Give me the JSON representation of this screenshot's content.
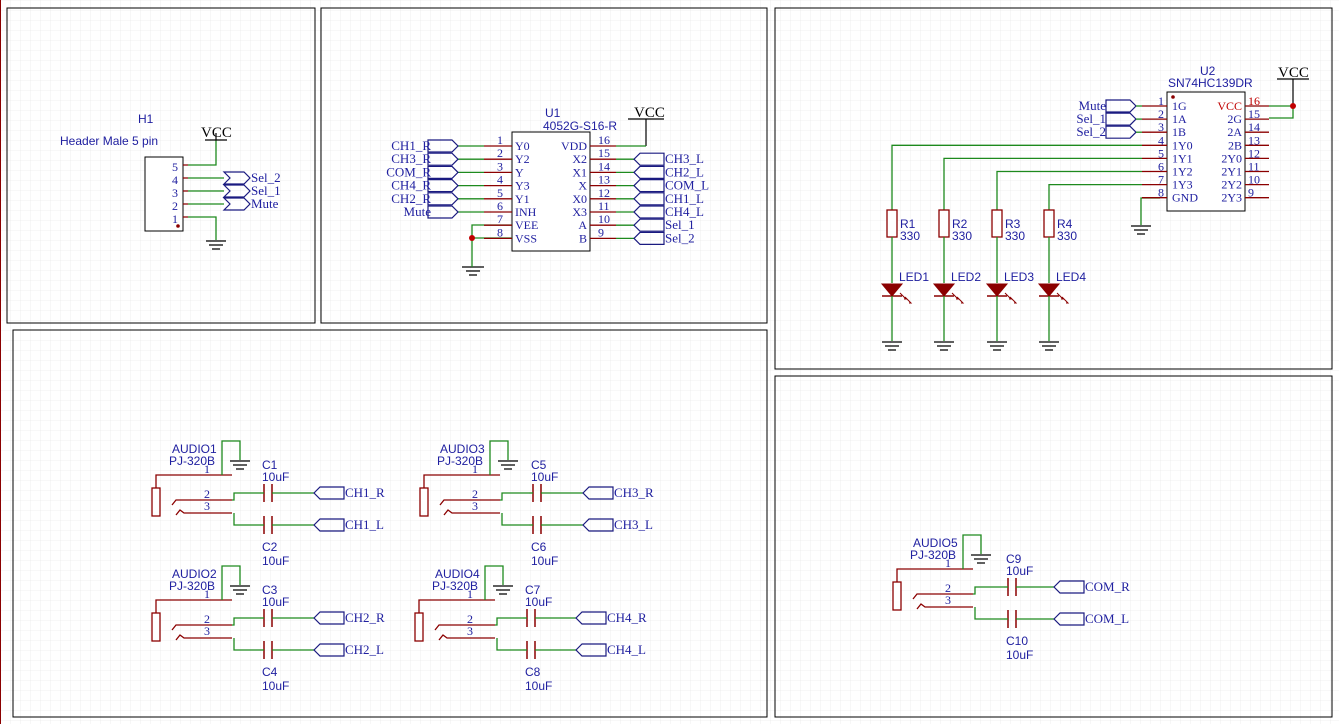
{
  "power": {
    "vcc": "VCC"
  },
  "header": {
    "designator": "H1",
    "name": "Header Male 5 pin",
    "pins": [
      "5",
      "4",
      "3",
      "2",
      "1"
    ],
    "nets": [
      "Sel_2",
      "Sel_1",
      "Mute"
    ]
  },
  "u1": {
    "designator": "U1",
    "part": "4052G-S16-R",
    "left_pins": [
      {
        "num": "1",
        "name": "Y0",
        "net": "CH1_R"
      },
      {
        "num": "2",
        "name": "Y2",
        "net": "CH3_R"
      },
      {
        "num": "3",
        "name": "Y",
        "net": "COM_R"
      },
      {
        "num": "4",
        "name": "Y3",
        "net": "CH4_R"
      },
      {
        "num": "5",
        "name": "Y1",
        "net": "CH2_R"
      },
      {
        "num": "6",
        "name": "INH",
        "net": "Mute"
      },
      {
        "num": "7",
        "name": "VEE",
        "net": ""
      },
      {
        "num": "8",
        "name": "VSS",
        "net": ""
      }
    ],
    "right_pins": [
      {
        "num": "16",
        "name": "VDD",
        "net": ""
      },
      {
        "num": "15",
        "name": "X2",
        "net": "CH3_L"
      },
      {
        "num": "14",
        "name": "X1",
        "net": "CH2_L"
      },
      {
        "num": "13",
        "name": "X",
        "net": "COM_L"
      },
      {
        "num": "12",
        "name": "X0",
        "net": "CH1_L"
      },
      {
        "num": "11",
        "name": "X3",
        "net": "CH4_L"
      },
      {
        "num": "10",
        "name": "A",
        "net": "Sel_1"
      },
      {
        "num": "9",
        "name": "B",
        "net": "Sel_2"
      }
    ]
  },
  "u2": {
    "designator": "U2",
    "part": "SN74HC139DR",
    "left_pins": [
      {
        "num": "1",
        "name": "1G",
        "net": "Mute"
      },
      {
        "num": "2",
        "name": "1A",
        "net": "Sel_1"
      },
      {
        "num": "3",
        "name": "1B",
        "net": "Sel_2"
      },
      {
        "num": "4",
        "name": "1Y0",
        "net": ""
      },
      {
        "num": "5",
        "name": "1Y1",
        "net": ""
      },
      {
        "num": "6",
        "name": "1Y2",
        "net": ""
      },
      {
        "num": "7",
        "name": "1Y3",
        "net": ""
      },
      {
        "num": "8",
        "name": "GND",
        "net": ""
      }
    ],
    "right_pins": [
      {
        "num": "16",
        "name": "VCC"
      },
      {
        "num": "15",
        "name": "2G"
      },
      {
        "num": "14",
        "name": "2A"
      },
      {
        "num": "13",
        "name": "2B"
      },
      {
        "num": "12",
        "name": "2Y0"
      },
      {
        "num": "11",
        "name": "2Y1"
      },
      {
        "num": "10",
        "name": "2Y2"
      },
      {
        "num": "9",
        "name": "2Y3"
      }
    ]
  },
  "resistors": [
    {
      "ref": "R1",
      "value": "330",
      "led": "LED1"
    },
    {
      "ref": "R2",
      "value": "330",
      "led": "LED2"
    },
    {
      "ref": "R3",
      "value": "330",
      "led": "LED3"
    },
    {
      "ref": "R4",
      "value": "330",
      "led": "LED4"
    }
  ],
  "audio": [
    {
      "ref": "AUDIO1",
      "part": "PJ-320B",
      "c_top": "C1",
      "c_bot": "C2",
      "val": "10uF",
      "net_top": "CH1_R",
      "net_bot": "CH1_L"
    },
    {
      "ref": "AUDIO2",
      "part": "PJ-320B",
      "c_top": "C3",
      "c_bot": "C4",
      "val": "10uF",
      "net_top": "CH2_R",
      "net_bot": "CH2_L"
    },
    {
      "ref": "AUDIO3",
      "part": "PJ-320B",
      "c_top": "C5",
      "c_bot": "C6",
      "val": "10uF",
      "net_top": "CH3_R",
      "net_bot": "CH3_L"
    },
    {
      "ref": "AUDIO4",
      "part": "PJ-320B",
      "c_top": "C7",
      "c_bot": "C8",
      "val": "10uF",
      "net_top": "CH4_R",
      "net_bot": "CH4_L"
    },
    {
      "ref": "AUDIO5",
      "part": "PJ-320B",
      "c_top": "C9",
      "c_bot": "C10",
      "val": "10uF",
      "net_top": "COM_R",
      "net_bot": "COM_L"
    }
  ],
  "jack_pins": [
    "1",
    "2",
    "3"
  ]
}
